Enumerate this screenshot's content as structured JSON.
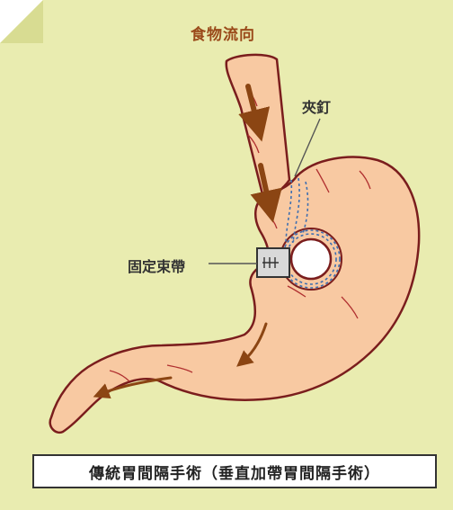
{
  "labels": {
    "food_direction": "食物流向",
    "staples": "夾釘",
    "fixing_band": "固定束帶"
  },
  "caption": "傳統胃間隔手術（垂直加帶胃間隔手術）",
  "colors": {
    "background": "#e9ecb0",
    "stomach_fill": "#f8c9a2",
    "outline": "#7a1d1d",
    "arrow": "#8b4513",
    "staple_line": "#3f6fb0",
    "band": "#d9d9d9"
  }
}
